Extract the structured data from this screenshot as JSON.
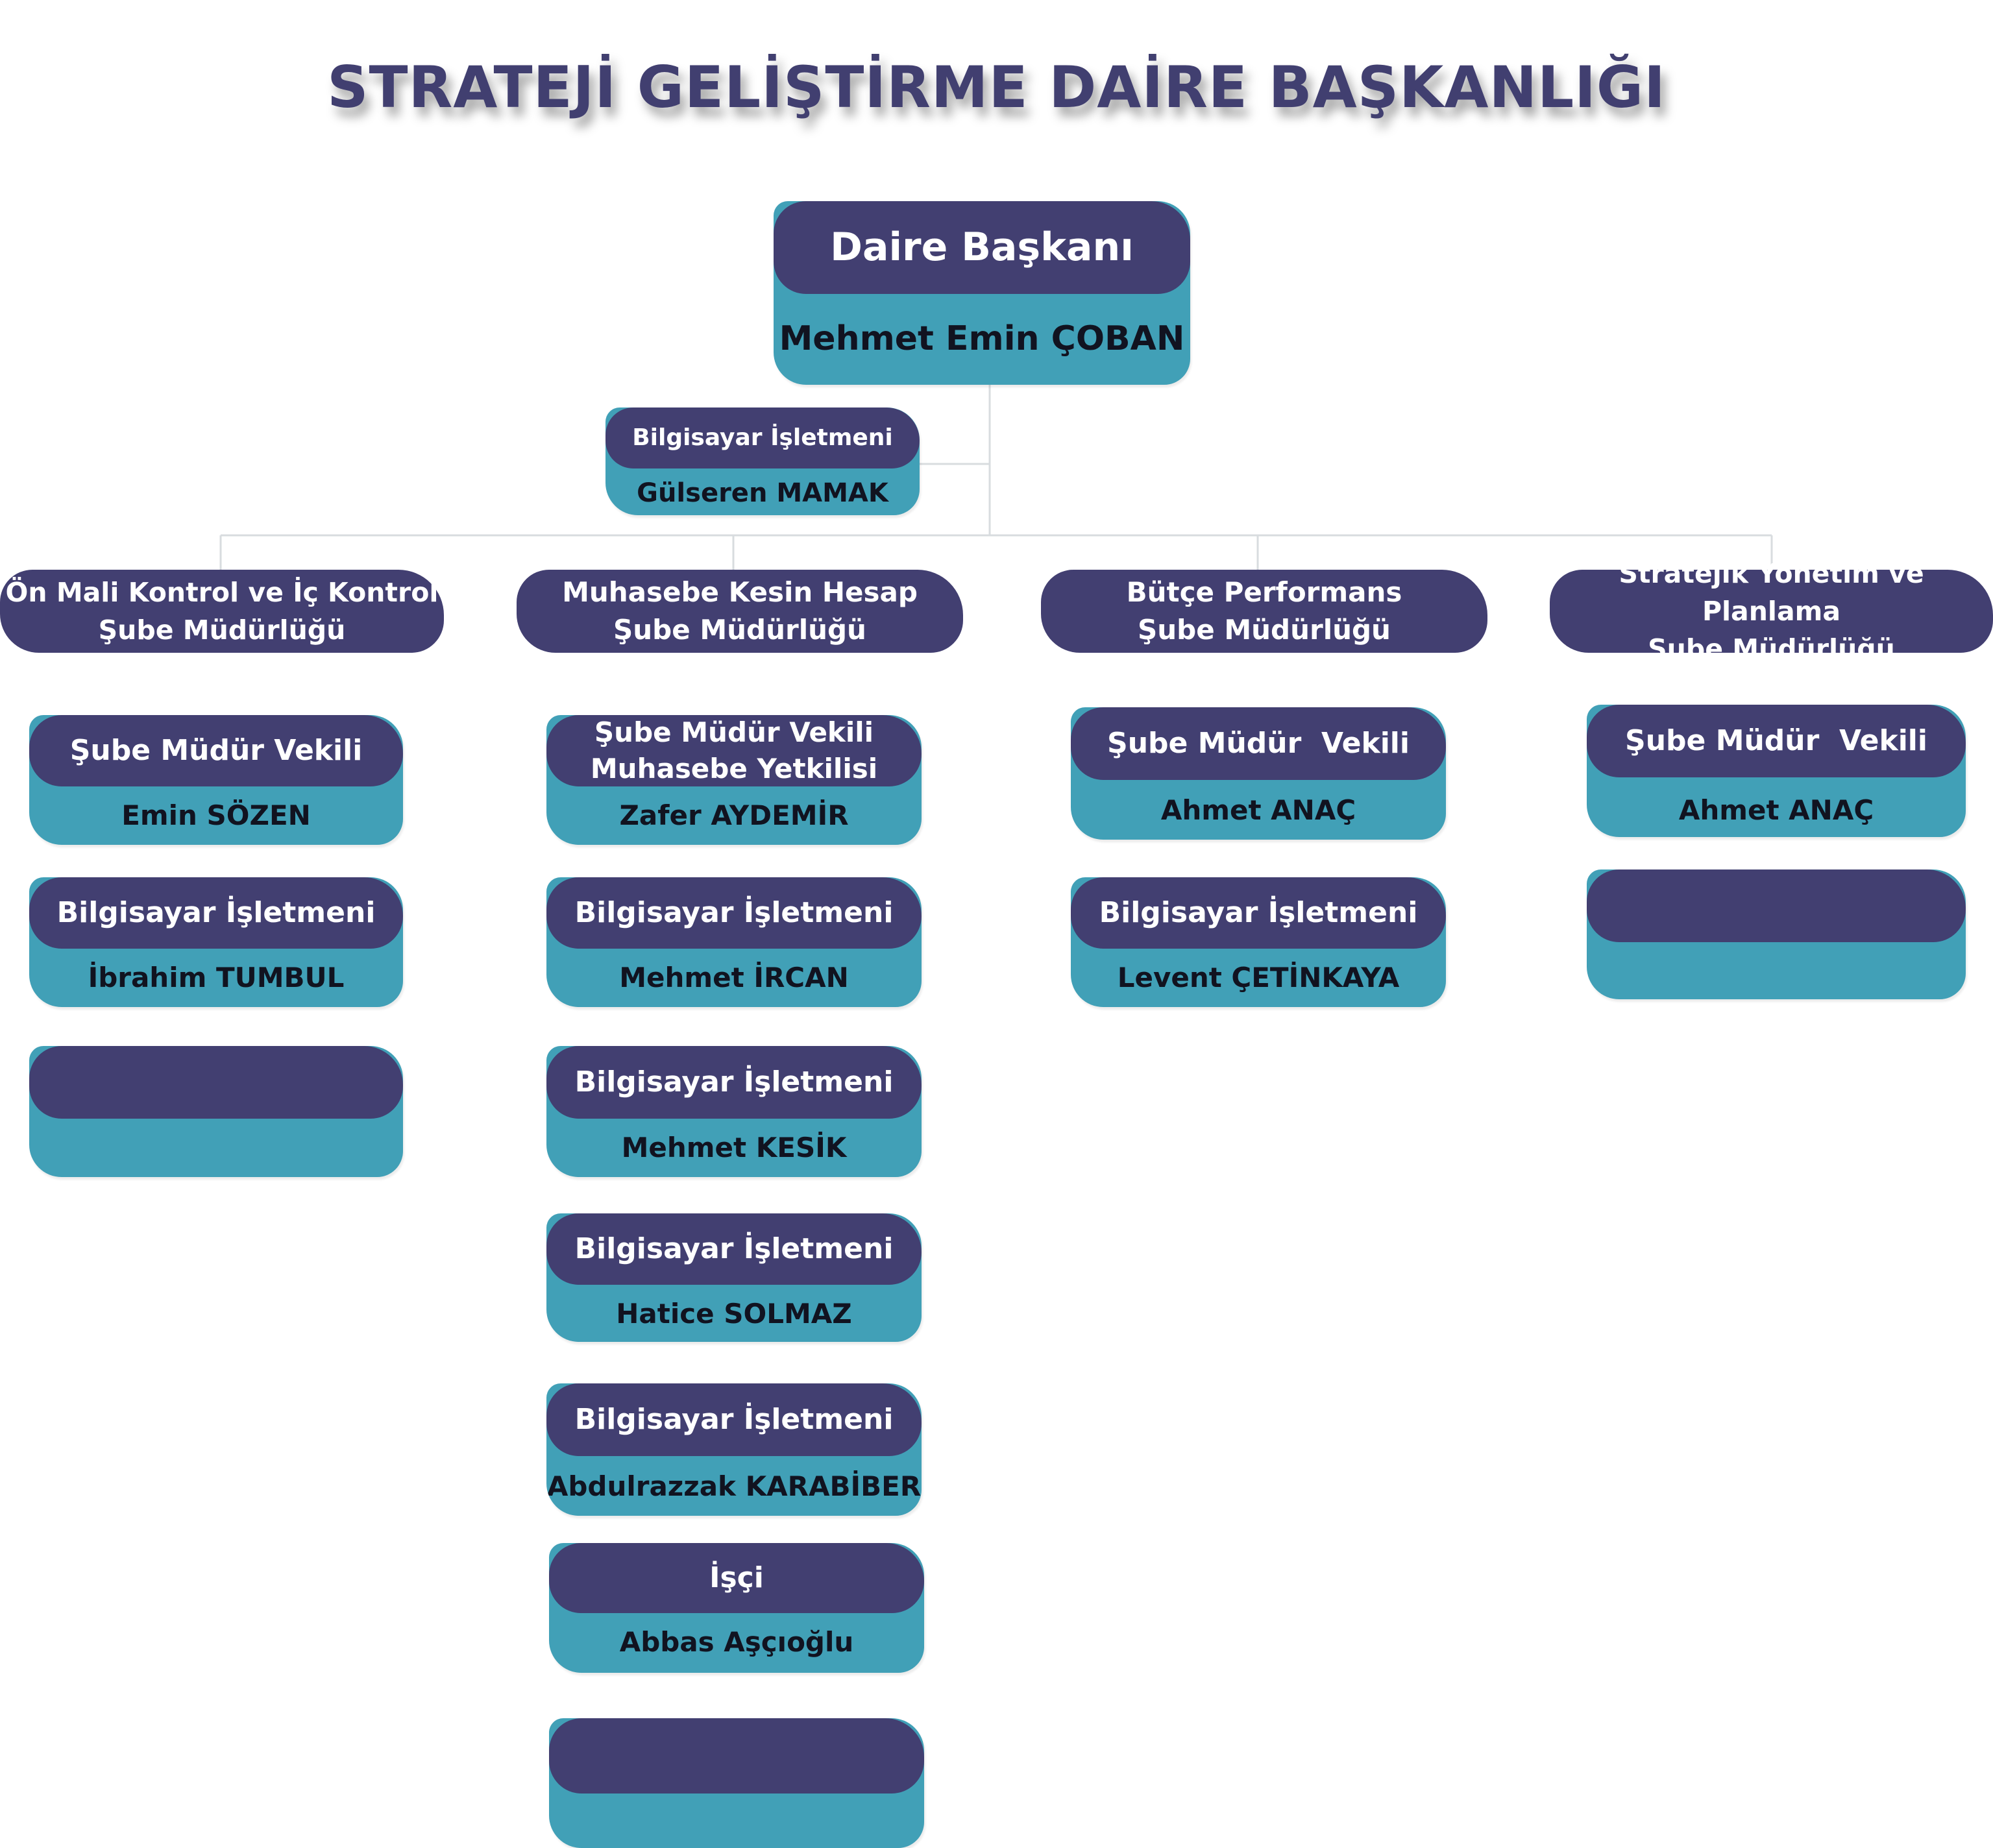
{
  "title": "STRATEJİ GELİŞTİRME DAİRE BAŞKANLIĞI",
  "colors": {
    "title": "#413f70",
    "header": "#423f71",
    "body": "#41a0b7",
    "connector": "#d8dcdf"
  },
  "director": {
    "role": "Daire Başkanı",
    "name": "Mehmet Emin ÇOBAN"
  },
  "assistant": {
    "role": "Bilgisayar İşletmeni",
    "name": "Gülseren MAMAK"
  },
  "units": [
    {
      "name": "Ön Mali Kontrol ve İç Kontrol\nŞube Müdürlüğü",
      "staff": [
        {
          "role": "Şube Müdür Vekili",
          "name": "Emin SÖZEN"
        },
        {
          "role": "Bilgisayar İşletmeni",
          "name": "İbrahim TUMBUL"
        },
        {
          "role": "",
          "name": ""
        }
      ]
    },
    {
      "name": "Muhasebe Kesin Hesap\nŞube Müdürlüğü",
      "staff": [
        {
          "role": "Şube Müdür Vekili\nMuhasebe Yetkilisi",
          "name": "Zafer AYDEMİR"
        },
        {
          "role": "Bilgisayar İşletmeni",
          "name": "Mehmet İRCAN"
        },
        {
          "role": "Bilgisayar İşletmeni",
          "name": "Mehmet KESİK"
        },
        {
          "role": "Bilgisayar İşletmeni",
          "name": "Hatice SOLMAZ"
        },
        {
          "role": "Bilgisayar İşletmeni",
          "name": "Abdulrazzak KARABİBER"
        },
        {
          "role": "İşçi",
          "name": "Abbas Aşçıoğlu"
        },
        {
          "role": "",
          "name": ""
        }
      ]
    },
    {
      "name": "Bütçe Performans\nŞube Müdürlüğü",
      "staff": [
        {
          "role": "Şube Müdür  Vekili",
          "name": "Ahmet ANAÇ"
        },
        {
          "role": "Bilgisayar İşletmeni",
          "name": "Levent ÇETİNKAYA"
        }
      ]
    },
    {
      "name": "Stratejik Yönetim ve Planlama\nŞube Müdürlüğü",
      "staff": [
        {
          "role": "Şube Müdür  Vekili",
          "name": "Ahmet ANAÇ"
        },
        {
          "role": "",
          "name": ""
        }
      ]
    }
  ]
}
